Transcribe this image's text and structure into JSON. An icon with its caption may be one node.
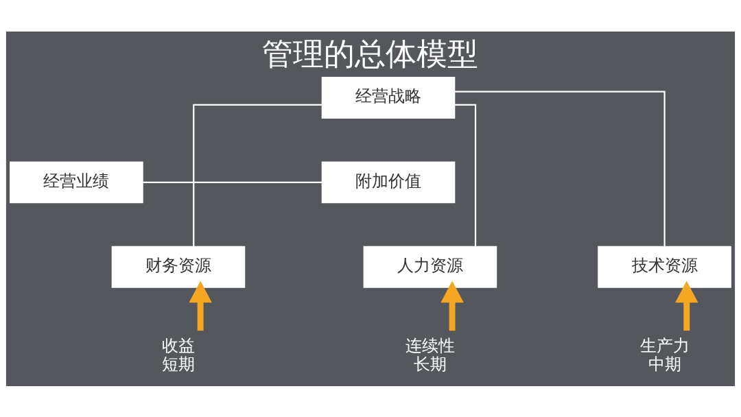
{
  "diagram": {
    "title": "管理的总体模型",
    "nodes": [
      {
        "text": [
          "经营战略"
        ]
      },
      {
        "text": [
          "经营业绩"
        ]
      },
      {
        "text": [
          "附加价值"
        ]
      },
      {
        "text": [
          "财务资源"
        ]
      },
      {
        "text": [
          "技术资源"
        ]
      },
      {
        "text": [
          "人力资源"
        ]
      },
      {
        "text": [
          "收益",
          "短期"
        ]
      },
      {
        "text": [
          "生产力",
          "中期"
        ]
      },
      {
        "text": [
          "连续性",
          "长期"
        ]
      }
    ],
    "edges": [
      {
        "from": 0,
        "to": 3,
        "arrow": "none"
      },
      {
        "from": 0,
        "to": 4,
        "arrow": "none"
      },
      {
        "from": 0,
        "to": 5,
        "arrow": "none"
      },
      {
        "from": 1,
        "to": 2,
        "arrow": "none"
      },
      {
        "from": 6,
        "to": 3,
        "arrow": "to",
        "style": "thick",
        "color": "#f5a623"
      },
      {
        "from": 7,
        "to": 4,
        "arrow": "to",
        "style": "thick",
        "color": "#f5a623"
      },
      {
        "from": 8,
        "to": 5,
        "arrow": "to",
        "style": "thick",
        "color": "#f5a623"
      }
    ]
  }
}
